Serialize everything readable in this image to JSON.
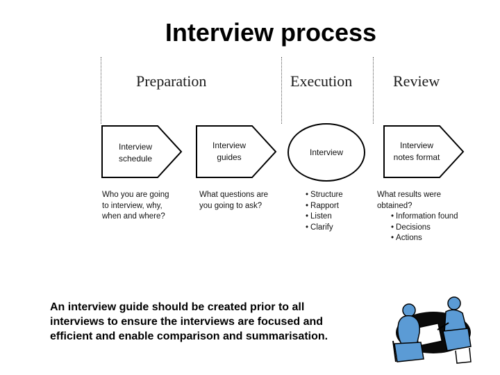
{
  "title": "Interview process",
  "phases": [
    {
      "label": "Preparation"
    },
    {
      "label": "Execution"
    },
    {
      "label": "Review"
    }
  ],
  "steps": [
    {
      "label_lines": [
        "Interview",
        "schedule"
      ],
      "shape": "pentagon-arrow"
    },
    {
      "label_lines": [
        "Interview",
        "guides"
      ],
      "shape": "pentagon-arrow"
    },
    {
      "label_lines": [
        "Interview"
      ],
      "shape": "ellipse"
    },
    {
      "label_lines": [
        "Interview",
        "notes format"
      ],
      "shape": "pentagon-arrow"
    }
  ],
  "descriptions": [
    {
      "lines": [
        "Who you are going",
        "to interview, why,",
        "when and where?"
      ]
    },
    {
      "lines": [
        "What questions are",
        "you going to ask?"
      ]
    },
    {
      "lines": [
        "Structure",
        "Rapport",
        "Listen",
        "Clarify"
      ]
    },
    {
      "lines": [
        "What results were",
        "obtained?",
        "Information found",
        "Decisions",
        "Actions"
      ]
    }
  ],
  "footer": {
    "lines": [
      "An interview guide should be created prior to all",
      "interviews to ensure the interviews are focused and",
      "efficient and enable comparison and summarisation."
    ]
  },
  "clipart": {
    "icon": "interview-meeting-illustration",
    "accent": "#5b9bd5"
  }
}
